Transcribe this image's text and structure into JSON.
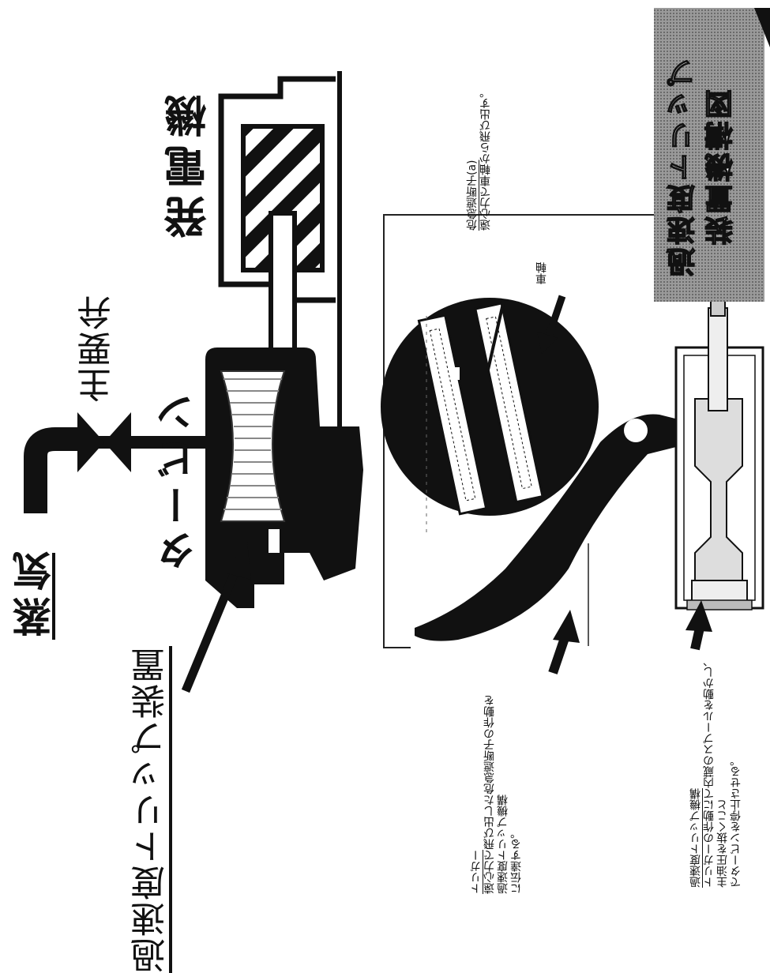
{
  "labels": {
    "steam": "蒸気",
    "main_valve": "主要弁",
    "turbine": "タービン",
    "generator": "発電機",
    "device": "過速度トリップ装置",
    "stamp_line1": "過速度トリップ",
    "stamp_line2": "装置機構図"
  },
  "annotations": {
    "bolt_title": "危急遮断子(a)",
    "bolt_desc": "遠心力で車軸から飛び出す。",
    "shaft": "車軸",
    "trigger_title": "トリガー",
    "trigger_l1": "遠心力で飛び出した危急遮断子の作動を",
    "trigger_l2": "過速度トリップ機構",
    "trigger_l3": "に伝達する。",
    "mech_title": "過速度トリップ機構",
    "mech_l1": "トリガーの作動にて内蔵のスプールを動かし、",
    "mech_l2": "主油圧を抜くこと",
    "mech_l3": "でタービンを停止させる。"
  }
}
